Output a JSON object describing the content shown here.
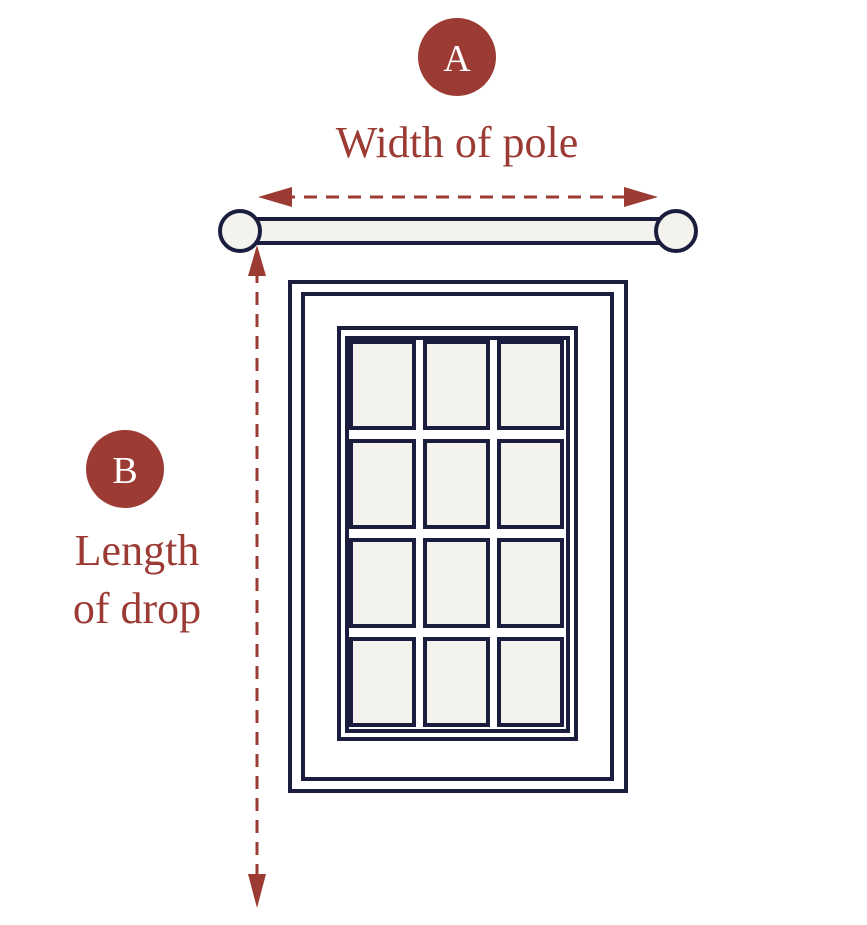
{
  "measure_a": {
    "badge": "A",
    "label": "Width of pole"
  },
  "measure_b": {
    "badge": "B",
    "label_line1": "Length",
    "label_line2": "of drop"
  },
  "window": {
    "pane_rows": 4,
    "pane_cols": 3
  },
  "colors": {
    "accent_red": "#9b3b34",
    "outline_navy": "#1b1d3f",
    "fill_cream": "#f3f2ed",
    "background": "#ffffff"
  }
}
